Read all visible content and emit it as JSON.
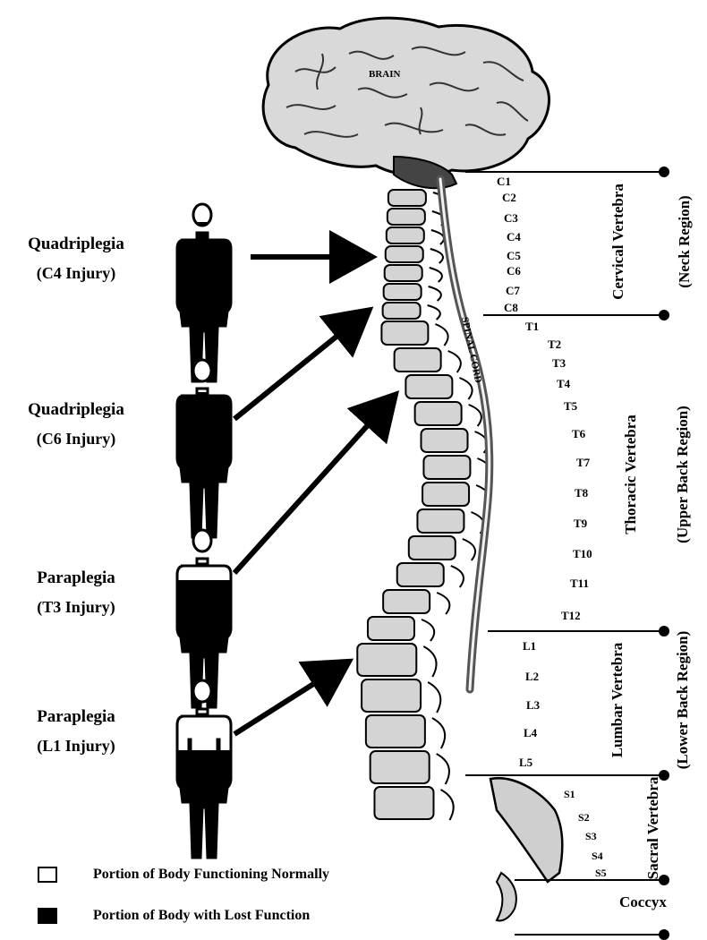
{
  "brain_label": "BRAIN",
  "spinal_cord_label": "SPINAL CORD",
  "vertebrae": {
    "cervical": [
      "C1",
      "C2",
      "C3",
      "C4",
      "C5",
      "C6",
      "C7",
      "C8"
    ],
    "thoracic": [
      "T1",
      "T2",
      "T3",
      "T4",
      "T5",
      "T6",
      "T7",
      "T8",
      "T9",
      "T10",
      "T11",
      "T12"
    ],
    "lumbar": [
      "L1",
      "L2",
      "L3",
      "L4",
      "L5"
    ],
    "sacral": [
      "S1",
      "S2",
      "S3",
      "S4",
      "S5"
    ]
  },
  "regions": [
    {
      "name": "Cervical Vertebra",
      "sub": "(Neck Region)"
    },
    {
      "name": "Thoracic Vertebra",
      "sub": "(Upper Back Region)"
    },
    {
      "name": "Lumbar Vertebra",
      "sub": "(Lower Back Region)"
    },
    {
      "name": "Sacral Vertebra",
      "sub": ""
    },
    {
      "name": "Coccyx",
      "sub": ""
    }
  ],
  "injuries": [
    {
      "title": "Quadriplegia",
      "sub": "(C4 Injury)"
    },
    {
      "title": "Quadriplegia",
      "sub": "(C6 Injury)"
    },
    {
      "title": "Paraplegia",
      "sub": "(T3 Injury)"
    },
    {
      "title": "Paraplegia",
      "sub": "(L1 Injury)"
    }
  ],
  "legend": {
    "normal": "Portion of Body Functioning Normally",
    "lost": "Portion of Body with Lost Function",
    "normal_color": "#ffffff",
    "lost_color": "#000000"
  }
}
